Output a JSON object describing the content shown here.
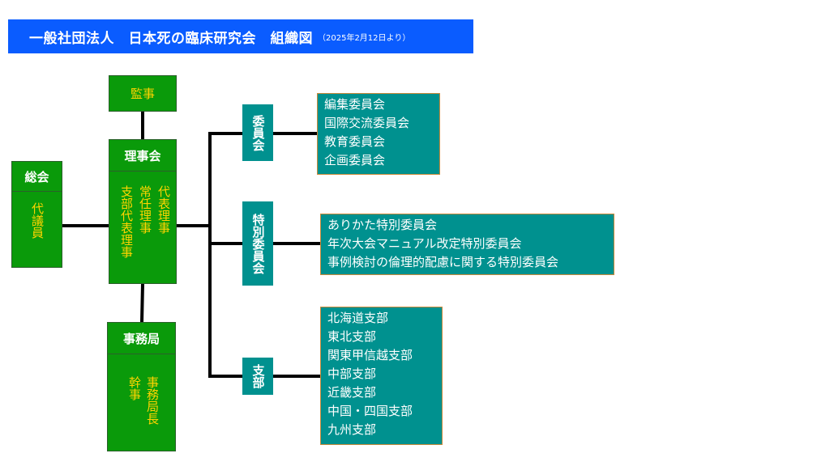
{
  "title": {
    "main": "一般社団法人　日本死の臨床研究会　組織図",
    "date": "（2025年2月12日より）"
  },
  "general_assembly": {
    "label": "総会",
    "member": "代議員"
  },
  "auditor": {
    "label": "監事"
  },
  "board": {
    "label": "理事会",
    "roles": [
      "代表理事",
      "常任理事",
      "支部代表理事"
    ]
  },
  "secretariat": {
    "label": "事務局",
    "roles": [
      "事務局長",
      "幹事"
    ]
  },
  "committees": {
    "label": "委員会",
    "items": [
      "編集委員会",
      "国際交流委員会",
      "教育委員会",
      "企画委員会"
    ]
  },
  "special_committees": {
    "label": "特別委員会",
    "items": [
      "ありかた特別委員会",
      "年次大会マニュアル改定特別委員会",
      "事例検討の倫理的配慮に関する特別委員会"
    ]
  },
  "branches": {
    "label": "支部",
    "items": [
      "北海道支部",
      "東北支部",
      "関東甲信越支部",
      "中部支部",
      "近畿支部",
      "中国・四国支部",
      "九州支部"
    ]
  }
}
